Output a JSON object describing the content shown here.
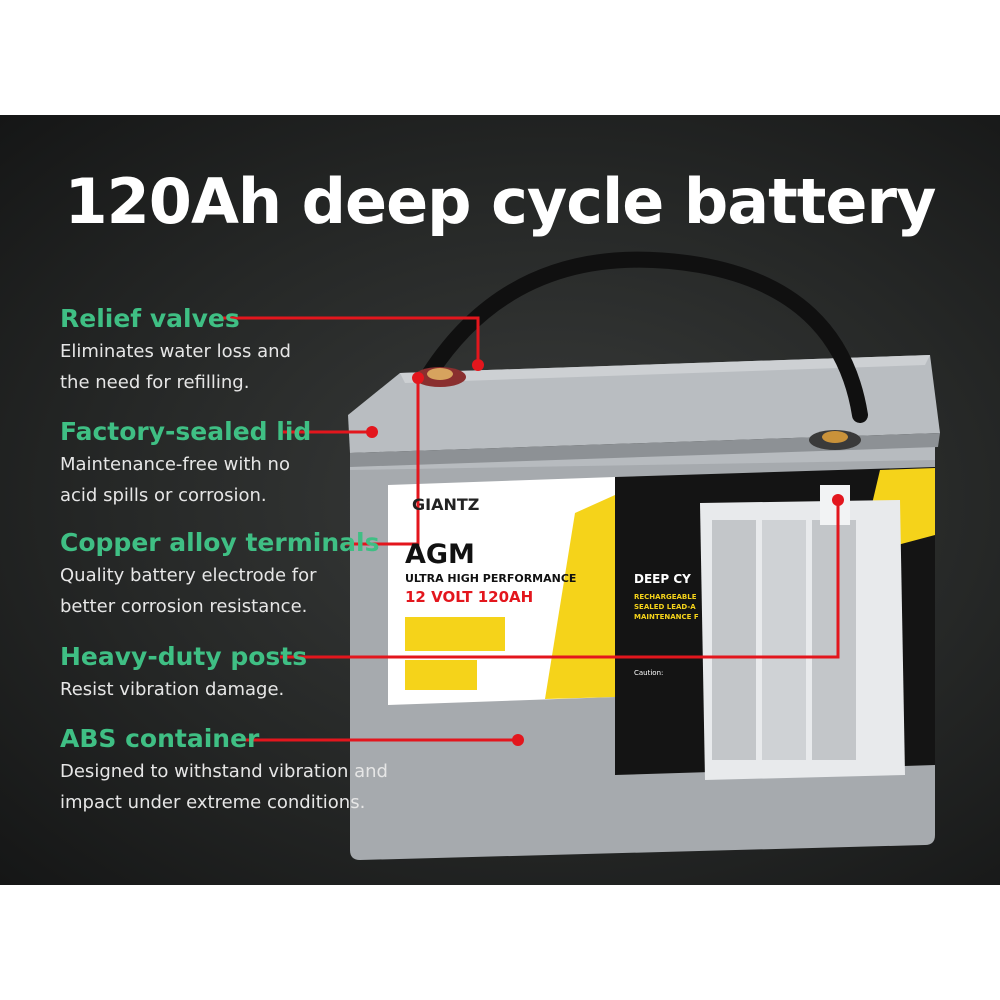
{
  "title": "120Ah deep cycle battery",
  "features": [
    {
      "name": "Relief valves",
      "lines": [
        "Eliminates water loss and",
        "the need for refilling."
      ]
    },
    {
      "name": "Factory-sealed lid",
      "lines": [
        "Maintenance-free with no",
        "acid spills or corrosion."
      ]
    },
    {
      "name": "Copper alloy terminals",
      "lines": [
        "Quality battery electrode for",
        "better corrosion resistance."
      ]
    },
    {
      "name": "Heavy-duty posts",
      "lines": [
        "Resist vibration damage."
      ]
    },
    {
      "name": "ABS container",
      "lines": [
        "Designed to withstand vibration and",
        "impact under extreme conditions."
      ]
    }
  ],
  "label": {
    "brand": "GIANTZ",
    "type": "AGM",
    "subtitle": "ULTRA HIGH PERFORMANCE",
    "spec": "12 VOLT 120AH",
    "right_title": "DEEP CY",
    "right_lines": [
      "RECHARGEABLE",
      "SEALED LEAD-A",
      "MAINTENANCE F"
    ],
    "caution": "Caution:"
  },
  "colors": {
    "accent_green": "#3fbf84",
    "pointer_red": "#e3161d",
    "label_yellow": "#f5d31a",
    "battery_grey": "#a7abaf"
  }
}
